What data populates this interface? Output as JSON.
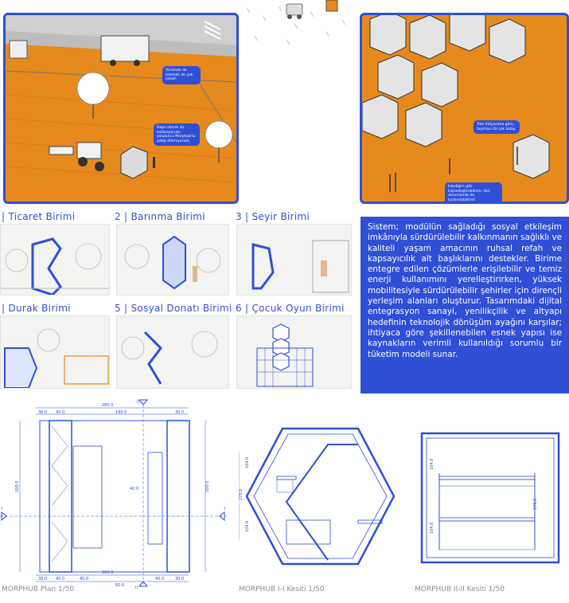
{
  "top_left_bubbles": [
    "Yürümek de istemek de çok rahat!",
    "Depo olarak da kullanıyorum, yoluluncu Morphub'lu çekip diteniyorum."
  ],
  "top_right_bubbles": [
    "Tüm ihtiyacıma göre, taşıması da çok kolay.",
    "İstediğim gibi kişiselleştirebilirim. Acil durumlarda da kullanılabilirim!"
  ],
  "units": [
    {
      "label": "| Ticaret Birimi"
    },
    {
      "label": "2 | Barınma Birimi"
    },
    {
      "label": "3 | Seyir Birimi"
    },
    {
      "label": "| Durak Birimi"
    },
    {
      "label": "5 | Sosyal Donatı Birimi"
    },
    {
      "label": "6 | Çocuk Oyun Birimi"
    }
  ],
  "description": "Sistem; modülün sağladığı sosyal etkileşim imkânıyla sürdürülebilir kalkınmanın sağlıklı ve kaliteli yaşam amacının ruhsal refah ve kapsayıcılık alt başlıklarını destekler. Birime entegre edilen çözümlerle erişilebilir ve temiz enerji kullanımını yerelleştirirken, yüksek mobilitesiyle sürdürülebilir şehirler için dirençli yerleşim alanları oluşturur. Tasarımdaki dijital entegrasyon sanayi, yenilikçilik ve altyapı hedefinin teknolojik dönüşüm ayağını karşılar; ihtiyaca göre şekillenebilen esnek yapısı ise kaynakların verimli kullanıldığı sorumlu bir tüketim modeli sunar.",
  "plan": {
    "section_mark_top": "II",
    "section_mark_bottom": "II",
    "section_mark_left": "I",
    "section_mark_right": "I",
    "dim_total_top": "280.0",
    "dim_top_parts": [
      "30.0",
      "40.0",
      "180.0",
      "30.0"
    ],
    "dim_left": "200.0",
    "dim_right": "200.0",
    "dim_inner": "40.0",
    "dim_bottom_total": "280.0",
    "dim_bottom_parts": [
      "30.0",
      "40.0",
      "40.0",
      "40.0",
      "30.0"
    ],
    "dim_bottom_extra": "82.0",
    "caption": "MORPHUB Plan 1/50"
  },
  "section1": {
    "dims": [
      "104.0",
      "270.0",
      "104.0"
    ],
    "caption": "MORPHUB I-I Kesiti 1/50"
  },
  "section2": {
    "dims": [
      "104.0",
      "270.0",
      "104.0"
    ],
    "caption": "MORPHUB II-II Kesiti 1/50"
  },
  "colors": {
    "accent": "#2f4fd6",
    "ground": "#e68a1e"
  }
}
